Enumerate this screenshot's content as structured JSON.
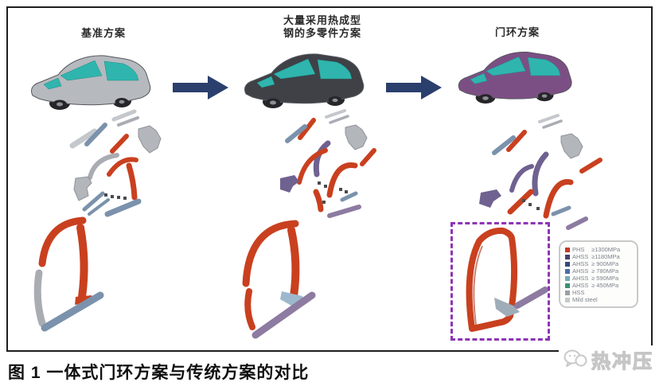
{
  "figure": {
    "caption": "图 1  一体式门环方案与传统方案的对比",
    "columns": [
      {
        "title_lines": [
          "基准方案",
          ""
        ]
      },
      {
        "title_lines": [
          "大量采用热成型",
          "钢的多零件方案"
        ]
      },
      {
        "title_lines": [
          "门环方案",
          ""
        ]
      }
    ],
    "legend": {
      "items": [
        {
          "name": "PHS",
          "value": "≥1300MPa",
          "color": "#c23a27"
        },
        {
          "name": "AHSS",
          "value": "≥1180MPa",
          "color": "#46406f"
        },
        {
          "name": "AHSS",
          "value": "≥ 900MPa",
          "color": "#32497b"
        },
        {
          "name": "AHSS",
          "value": "≥ 780MPa",
          "color": "#4d6ba3"
        },
        {
          "name": "AHSS",
          "value": "≥ 590MPa",
          "color": "#76a9b6"
        },
        {
          "name": "AHSS",
          "value": "≥ 450MPa",
          "color": "#3d8f72"
        },
        {
          "name": "HSS",
          "value": "",
          "color": "#9aa0a5"
        },
        {
          "name": "Mild steel",
          "value": "",
          "color": "#c6c9cc"
        }
      ]
    },
    "watermark": "热冲压",
    "colors": {
      "arrow": "#2b3f6d",
      "dashed_box": "#8d35b5",
      "phs_red": "#c9401f",
      "sill_purple": "#8d7ba1",
      "car_baseline": "#b6b9be",
      "car_hotformed": "#3f4147",
      "car_doorring": "#7c4f84"
    }
  }
}
